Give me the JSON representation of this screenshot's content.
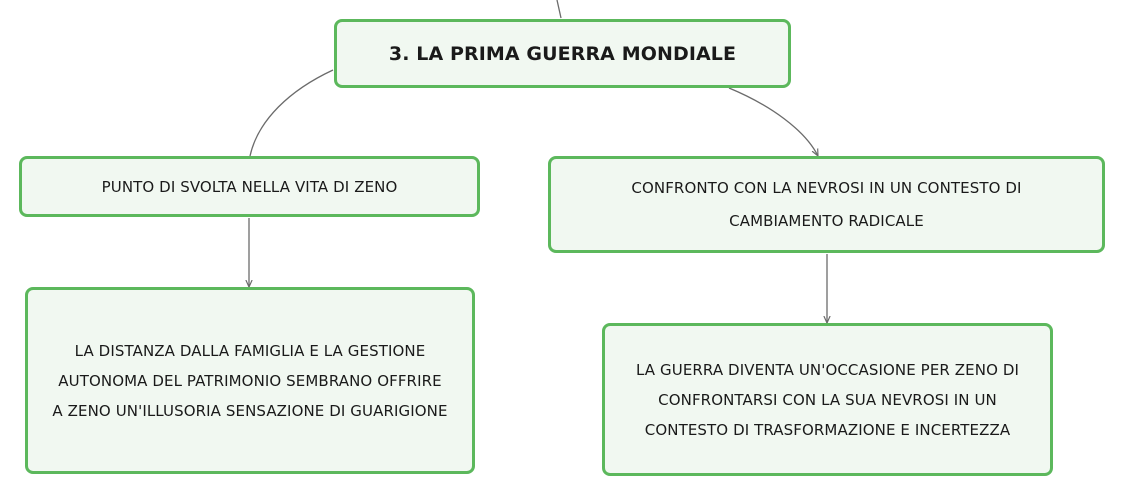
{
  "mindmap": {
    "root": {
      "label": "3. LA PRIMA GUERRA MONDIALE"
    },
    "branches": [
      {
        "label_lines": [
          "PUNTO DI SVOLTA NELLA VITA DI ZENO"
        ],
        "child": {
          "label_lines": [
            "LA DISTANZA DALLA FAMIGLIA E LA GESTIONE",
            "AUTONOMA DEL PATRIMONIO SEMBRANO OFFRIRE",
            "A ZENO UN'ILLUSORIA SENSAZIONE DI GUARIGIONE"
          ]
        }
      },
      {
        "label_lines": [
          "CONFRONTO CON LA NEVROSI IN UN CONTESTO DI",
          "CAMBIAMENTO RADICALE"
        ],
        "child": {
          "label_lines": [
            "LA GUERRA DIVENTA UN'OCCASIONE PER ZENO DI",
            "CONFRONTARSI CON LA SUA NEVROSI IN UN",
            "CONTESTO DI TRASFORMAZIONE E INCERTEZZA"
          ]
        }
      }
    ],
    "colors": {
      "node_border": "#5cb85c",
      "node_fill": "#f1f8f1",
      "connector": "#6b6b6b",
      "text": "#1a1a1a"
    }
  }
}
